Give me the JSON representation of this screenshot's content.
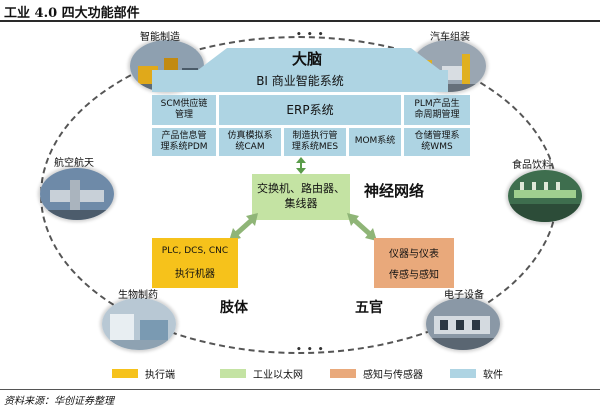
{
  "title": "工业 4.0 四大功能部件",
  "brain": {
    "heading": "大脑",
    "bi": "BI 商业智能系统",
    "scm": [
      "SCM供应链",
      "管理"
    ],
    "erp": "ERP系统",
    "plm": [
      "PLM产品生",
      "命周期管理"
    ],
    "pdm": [
      "产品信息管",
      "理系统PDM"
    ],
    "cam": [
      "仿真模拟系",
      "统CAM"
    ],
    "mes": [
      "制造执行管",
      "理系统MES"
    ],
    "mom": "MOM系统",
    "wms": [
      "仓储管理系",
      "统WMS"
    ]
  },
  "network": {
    "box": [
      "交换机、路由器、",
      "集线器"
    ],
    "heading": "神经网络"
  },
  "limbs": {
    "line1": "PLC, DCS, CNC",
    "line2": "执行机器",
    "heading": "肢体"
  },
  "senses": {
    "line1": "仪器与仪表",
    "line2": "传感与感知",
    "heading": "五官"
  },
  "bubbles": [
    {
      "label": "智能制造",
      "icon": "factory-photo"
    },
    {
      "label": "汽车组装",
      "icon": "car-assembly-photo"
    },
    {
      "label": "航空航天",
      "icon": "aerospace-photo"
    },
    {
      "label": "食品饮料",
      "icon": "food-beverage-photo"
    },
    {
      "label": "生物制药",
      "icon": "biopharma-photo"
    },
    {
      "label": "电子设备",
      "icon": "electronics-photo"
    }
  ],
  "legend": [
    {
      "label": "执行端",
      "color": "#f6c21b"
    },
    {
      "label": "工业以太网",
      "color": "#c4e3a3"
    },
    {
      "label": "感知与传感器",
      "color": "#e9a97b"
    },
    {
      "label": "软件",
      "color": "#aed4e3"
    }
  ],
  "source": "资料来源：华创证券整理",
  "colors": {
    "arrow": "#8fb577",
    "line": "#5a9c4a"
  }
}
